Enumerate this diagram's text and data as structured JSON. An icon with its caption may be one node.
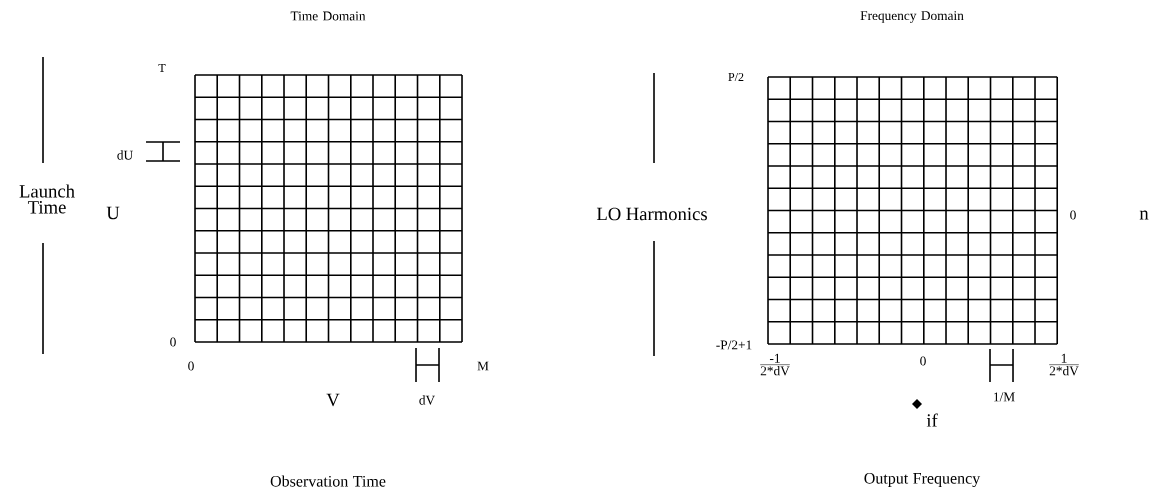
{
  "diagram": {
    "labels": [
      "Time Domain",
      "Frequency Domain",
      "T",
      "P/2",
      "dU",
      "Launch Time",
      "U",
      "LO Harmonics",
      "0",
      "n",
      "0",
      "-P/2+1",
      "0",
      "M",
      "-1",
      "2*dV",
      "0",
      "1",
      "2*dV",
      "V",
      "dV",
      "1/M",
      "if",
      "Observation Time",
      "Output Frequency"
    ]
  }
}
